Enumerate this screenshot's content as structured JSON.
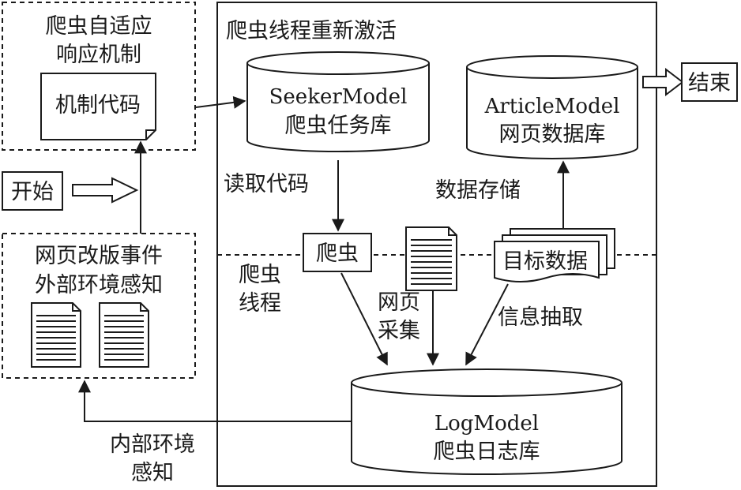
{
  "adaptive_box": {
    "line1": "爬虫自适应",
    "line2": "响应机制"
  },
  "mechanism_code": "机制代码",
  "start": "开始",
  "end": "结束",
  "web_event_box": {
    "line1": "网页改版事件",
    "line2": "外部环境感知"
  },
  "reactivation_title": "爬虫线程重新激活",
  "seeker_db": {
    "name": "SeekerModel",
    "label": "爬虫任务库"
  },
  "article_db": {
    "name": "ArticleModel",
    "label": "网页数据库"
  },
  "read_code": "读取代码",
  "data_storage": "数据存储",
  "crawler": "爬虫",
  "crawler_thread": {
    "line1": "爬虫",
    "line2": "线程"
  },
  "target_data": "目标数据",
  "web_collect": {
    "line1": "网页",
    "line2": "采集"
  },
  "info_extract": "信息抽取",
  "log_db": {
    "name": "LogModel",
    "label": "爬虫日志库"
  },
  "internal_sense": {
    "line1": "内部环境",
    "line2": "感知"
  }
}
